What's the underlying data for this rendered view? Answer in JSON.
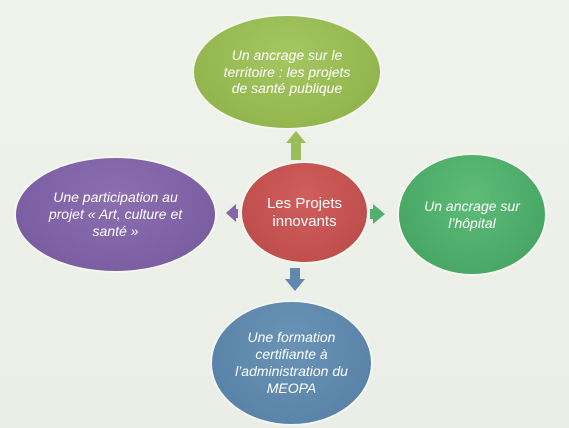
{
  "diagram": {
    "center": {
      "label": "Les Projets innovants"
    },
    "top": {
      "label": "Un ancrage sur le territoire : les projets de santé publique"
    },
    "right": {
      "label": "Un ancrage sur l’hôpital"
    },
    "bottom": {
      "label": "Une formation certifiante à l’administration du MEOPA"
    },
    "left": {
      "label": "Une participation au projet « Art, culture et santé »"
    }
  },
  "colors": {
    "center": "#c04f4d",
    "top": "#93b64e",
    "right": "#4aa866",
    "bottom": "#5a84a9",
    "left": "#7c5fa3",
    "background": "#eef2ea"
  }
}
